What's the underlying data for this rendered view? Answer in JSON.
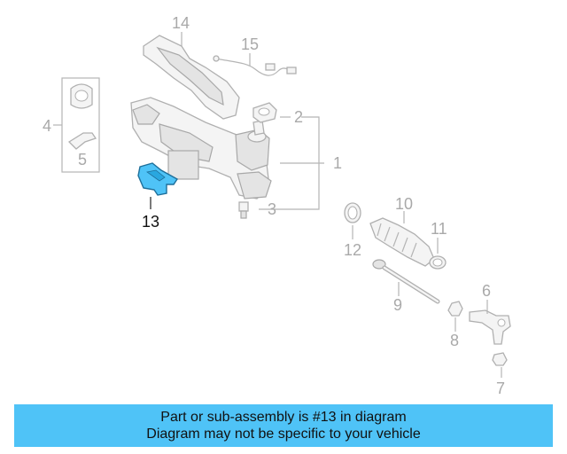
{
  "diagram": {
    "highlight_color": "#4fc3f7",
    "highlighted_part": "13",
    "callouts": {
      "c1": "1",
      "c2": "2",
      "c3": "3",
      "c4": "4",
      "c5": "5",
      "c6": "6",
      "c7": "7",
      "c8": "8",
      "c9": "9",
      "c10": "10",
      "c11": "11",
      "c12": "12",
      "c13": "13",
      "c14": "14",
      "c15": "15"
    }
  },
  "banner": {
    "line1": "Part or sub-assembly is #13 in diagram",
    "line2": "Diagram may not be specific to your vehicle"
  }
}
